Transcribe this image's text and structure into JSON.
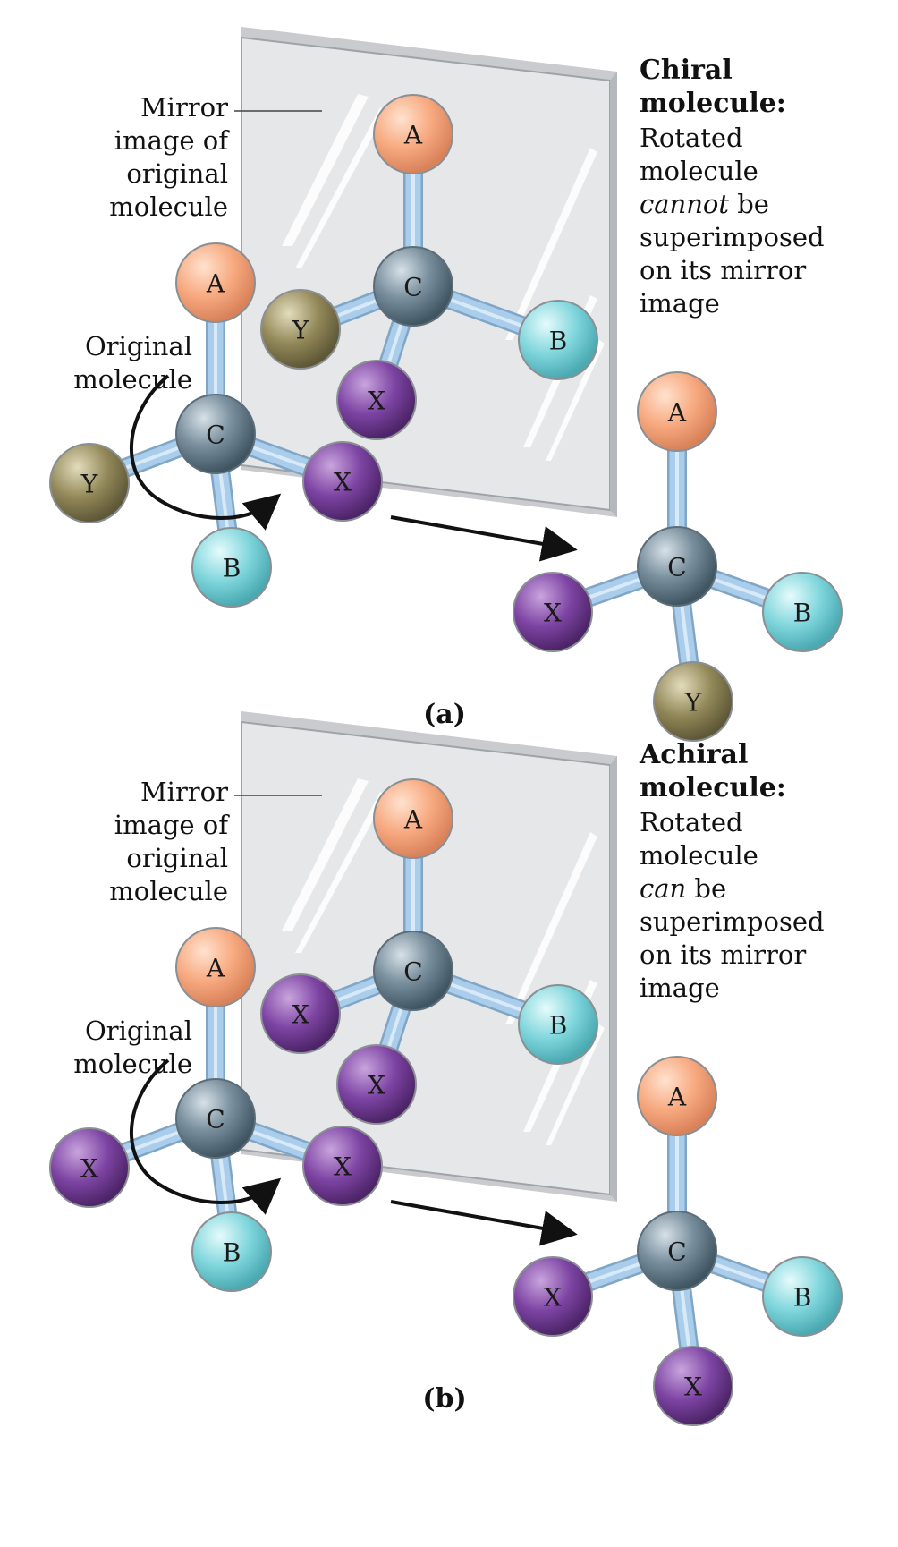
{
  "colors": {
    "A": "#f5a37d",
    "B": "#6fcfd6",
    "C": "#6f8796",
    "X": "#7b3fa0",
    "Y": "#8c8258",
    "bond": "#a9cdea",
    "mirror": "#e6e7e9"
  },
  "panels": [
    {
      "id": "a",
      "label": "(a)",
      "heading": [
        "Chiral",
        "molecule:"
      ],
      "desc_pre": [
        "Rotated",
        "molecule"
      ],
      "desc_key_em": "cannot",
      "desc_key_rest": " be",
      "desc_post": [
        "superimposed",
        "on its mirror",
        "image"
      ],
      "mirror_label": [
        "Mirror",
        "image of",
        "original",
        "molecule"
      ],
      "original_label": [
        "Original",
        "molecule"
      ],
      "center_label": "C",
      "original": {
        "top": "A",
        "left": "Y",
        "right": "X",
        "bottom": "B"
      },
      "mirror_mol": {
        "top": "A",
        "left": "Y",
        "front": "X",
        "right": "B"
      },
      "rotated": {
        "top": "A",
        "left": "X",
        "right": "B",
        "bottom": "Y"
      }
    },
    {
      "id": "b",
      "label": "(b)",
      "heading": [
        "Achiral",
        "molecule:"
      ],
      "desc_pre": [
        "Rotated",
        "molecule"
      ],
      "desc_key_em": "can",
      "desc_key_rest": " be",
      "desc_post": [
        "superimposed",
        "on its mirror",
        "image"
      ],
      "mirror_label": [
        "Mirror",
        "image of",
        "original",
        "molecule"
      ],
      "original_label": [
        "Original",
        "molecule"
      ],
      "center_label": "C",
      "original": {
        "top": "A",
        "left": "X",
        "right": "X",
        "bottom": "B"
      },
      "mirror_mol": {
        "top": "A",
        "left": "X",
        "front": "X",
        "right": "B"
      },
      "rotated": {
        "top": "A",
        "left": "X",
        "right": "B",
        "bottom": "X"
      }
    }
  ]
}
